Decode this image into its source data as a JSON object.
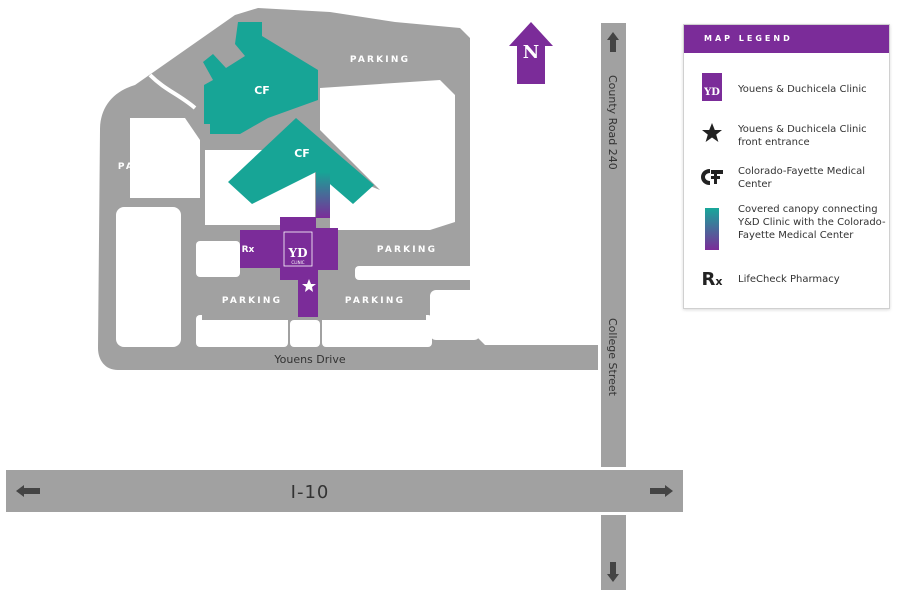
{
  "colors": {
    "road": "#999999",
    "lot": "#a2a2a2",
    "teal": "#17a596",
    "purple": "#7b2c99",
    "white": "#ffffff"
  },
  "north": {
    "label": "N"
  },
  "roads": {
    "county_road": "County Road 240",
    "college_street": "College Street",
    "youens_drive": "Youens Drive",
    "highway": "I-10"
  },
  "parking": {
    "north": "PARKING",
    "west": "PARKING",
    "east": "PARKING",
    "south_left": "PARKING",
    "south_right": "PARKING"
  },
  "buildings": {
    "cf_north": "CF",
    "cf_south": "CF",
    "yd_clinic": "YD",
    "yd_clinic_sub": "CLINIC",
    "rx": "Rx"
  },
  "legend": {
    "title": "MAP LEGEND",
    "items": [
      {
        "icon": "yd-clinic-icon",
        "label": "Youens & Duchicela Clinic"
      },
      {
        "icon": "star-icon",
        "label": "Youens & Duchicela Clinic front entrance"
      },
      {
        "icon": "cf-icon",
        "label": "Colorado-Fayette Medical Center"
      },
      {
        "icon": "canopy-gradient-icon",
        "label": "Covered canopy connecting Y&D Clinic with the Colorado-Fayette Medical Center"
      },
      {
        "icon": "rx-icon",
        "label": "LifeCheck Pharmacy"
      }
    ]
  }
}
